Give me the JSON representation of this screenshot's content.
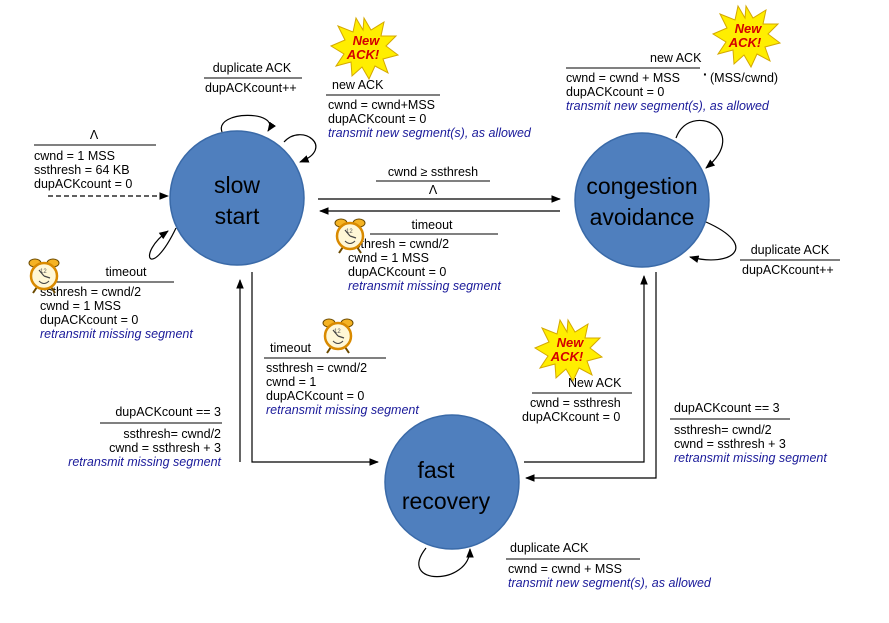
{
  "states": {
    "slow_start": {
      "line1": "slow",
      "line2": "start",
      "color": "#4f7fbe"
    },
    "congestion_avoidance": {
      "line1": "congestion",
      "line2": "avoidance",
      "color": "#4f7fbe"
    },
    "fast_recovery": {
      "line1": "fast",
      "line2": "recovery",
      "color": "#4f7fbe"
    }
  },
  "colors": {
    "action_italic": "#1a1a9a",
    "burst_fill": "#ffee00",
    "burst_text": "#d40000"
  },
  "burst_text": {
    "line1": "New",
    "line2": "ACK!"
  },
  "transitions": {
    "init": {
      "event": "Λ",
      "a1": "cwnd = 1 MSS",
      "a2": "ssthresh = 64 KB",
      "a3": "dupACKcount = 0"
    },
    "ss_dup": {
      "event": "duplicate ACK",
      "a1": "dupACKcount++"
    },
    "ss_new": {
      "event": "new ACK",
      "a1": "cwnd = cwnd+MSS",
      "a2": "dupACKcount = 0",
      "a3": "transmit new segment(s), as allowed"
    },
    "ss_timeout": {
      "event": "timeout",
      "a1": "ssthresh = cwnd/2",
      "a2": "cwnd = 1 MSS",
      "a3": "dupACKcount = 0",
      "a4": "retransmit missing segment"
    },
    "ss_to_ca": {
      "event": "cwnd ≥ ssthresh",
      "a1": "Λ"
    },
    "ca_to_ss": {
      "event": "timeout",
      "a1": "ssthresh = cwnd/2",
      "a2": "cwnd = 1 MSS",
      "a3": "dupACKcount = 0",
      "a4": "retransmit missing segment"
    },
    "ca_new": {
      "event": "new ACK",
      "a1": "cwnd = cwnd + MSS",
      "a1b": "(MSS/cwnd)",
      "a2": "dupACKcount = 0",
      "a3": "transmit new segment(s), as allowed"
    },
    "ca_dup": {
      "event": "duplicate ACK",
      "a1": "dupACKcount++"
    },
    "fr_to_ss": {
      "event": "timeout",
      "a1": "ssthresh = cwnd/2",
      "a2": "cwnd = 1",
      "a3": "dupACKcount = 0",
      "a4": "retransmit missing segment"
    },
    "ss_to_fr": {
      "event": "dupACKcount == 3",
      "a1": "ssthresh= cwnd/2",
      "a2": "cwnd = ssthresh + 3",
      "a3": "retransmit missing segment"
    },
    "fr_to_ca": {
      "event": "New ACK",
      "a1": "cwnd = ssthresh",
      "a2": "dupACKcount = 0"
    },
    "ca_to_fr": {
      "event": "dupACKcount == 3",
      "a1": "ssthresh= cwnd/2",
      "a2": "cwnd = ssthresh + 3",
      "a3": "retransmit missing segment"
    },
    "fr_dup": {
      "event": "duplicate ACK",
      "a1": "cwnd = cwnd + MSS",
      "a2": "transmit new segment(s), as allowed"
    }
  }
}
